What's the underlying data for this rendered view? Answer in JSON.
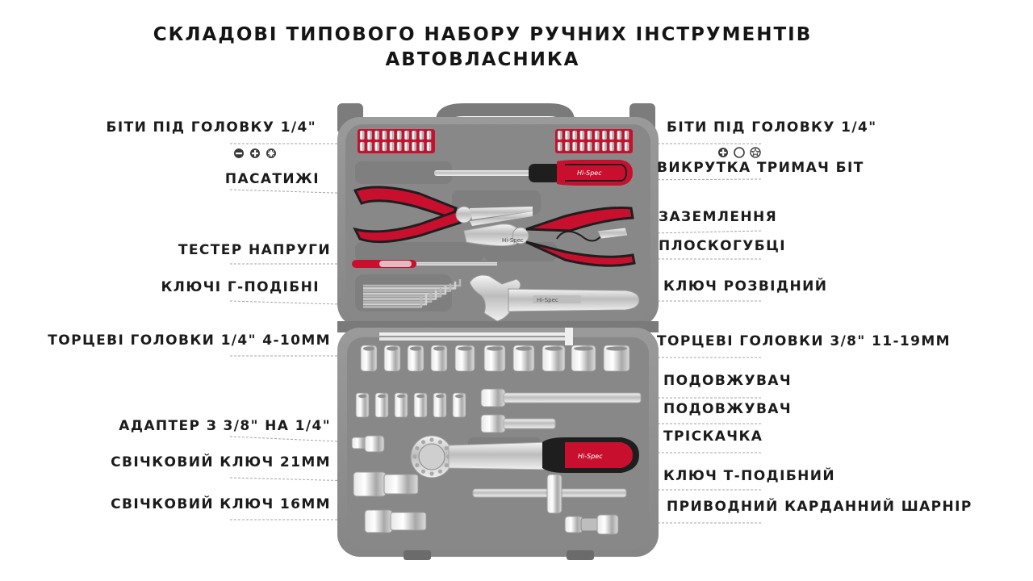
{
  "title": {
    "line1": "СКЛАДОВІ ТИПОВОГО НАБОРУ РУЧНИХ ІНСТРУМЕНТІВ",
    "line2": "АВТОВЛАСНИКА"
  },
  "labels_left": [
    "БІТИ ПІД ГОЛОВКУ 1/4\"",
    "ПАСАТИЖІ",
    "ТЕСТЕР НАПРУГИ",
    "КЛЮЧІ Г-ПОДІБНІ",
    "ТОРЦЕВІ ГОЛОВКИ 1/4\" 4-10ММ",
    "АДАПТЕР З 3/8\" НА 1/4\"",
    "СВІЧКОВИЙ КЛЮЧ 21ММ",
    "СВІЧКОВИЙ КЛЮЧ 16ММ"
  ],
  "labels_right": [
    "БІТИ ПІД ГОЛОВКУ 1/4\"",
    "ВИКРУТКА ТРИМАЧ БІТ",
    "ЗАЗЕМЛЕННЯ",
    "ПЛОСКОГУБЦІ",
    "КЛЮЧ РОЗВІДНИЙ",
    "ТОРЦЕВІ ГОЛОВКИ 3/8\" 11-19ММ",
    "ПОДОВЖУВАЧ",
    "ПОДОВЖУВАЧ",
    "ТРІСКАЧКА",
    "КЛЮЧ Т-ПОДІБНИЙ",
    "ПРИВОДНИЙ КАРДАННИЙ ШАРНІР"
  ],
  "icons": {
    "left_bit_tips": [
      "slotted-bit-icon",
      "phillips-bit-icon",
      "pozidriv-bit-icon"
    ],
    "right_bit_tips": [
      "phillips-bit-icon",
      "hex-bit-icon",
      "torx-bit-icon"
    ]
  },
  "brand": {
    "screwdriver": "Hi-Spec",
    "ratchet": "Hi-Spec",
    "wrench": "Hi-Spec"
  },
  "colors": {
    "case": "#8e8e8e",
    "case_dark": "#6f6f6f",
    "handle_red": "#c8102e",
    "handle_black": "#1e1e1e",
    "chrome": "#d9d9d9",
    "leader_line": "#9a9a9a",
    "text": "#1b1b1b"
  }
}
